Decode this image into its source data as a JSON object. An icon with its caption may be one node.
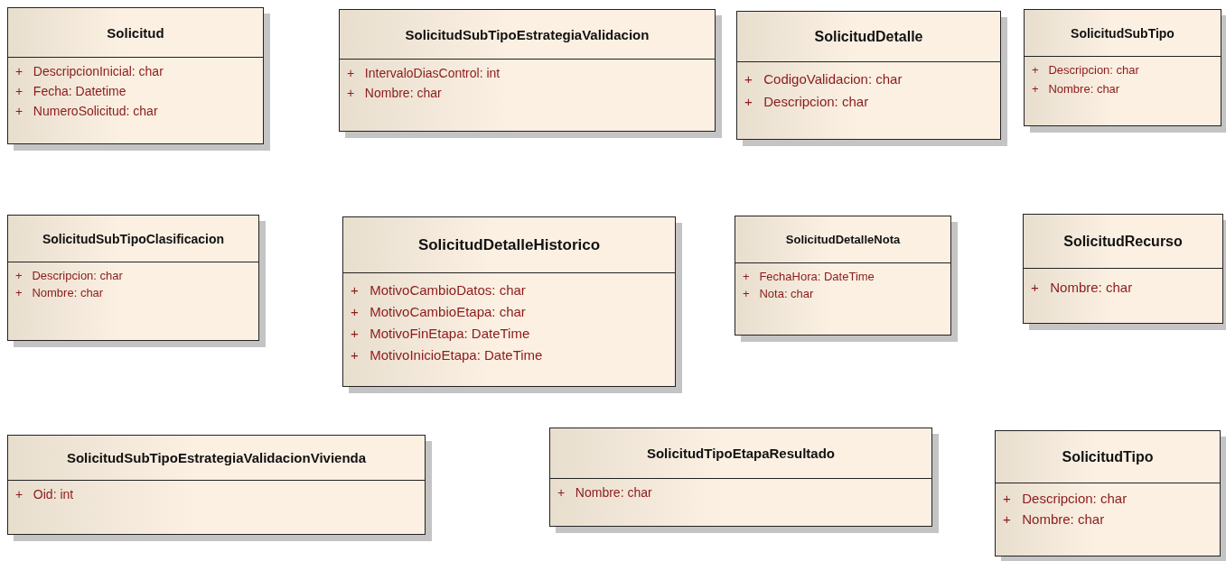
{
  "diagram": {
    "nodes": [
      {
        "text": [
          "Solicitud",
          "+ DescripcionInicial: char",
          "+ Fecha: Datetime",
          "+ NumeroSolicitud: char"
        ]
      },
      {
        "text": [
          "SolicitudSubTipoEstrategiaValidacion",
          "+ IntervaloDiasControl: int",
          "+ Nombre: char"
        ]
      },
      {
        "text": [
          "SolicitudDetalle",
          "+ CodigoValidacion: char",
          "+ Descripcion: char"
        ]
      },
      {
        "text": [
          "SolicitudSubTipo",
          "+ Descripcion: char",
          "+ Nombre: char"
        ]
      },
      {
        "text": [
          "SolicitudSubTipoClasificacion",
          "+ Descripcion: char",
          "+ Nombre: char"
        ]
      },
      {
        "text": [
          "SolicitudDetalleHistorico",
          "+ MotivoCambioDatos: char",
          "+ MotivoCambioEtapa: char",
          "+ MotivoFinEtapa: DateTime",
          "+ MotivoInicioEtapa: DateTime"
        ]
      },
      {
        "text": [
          "SolicitudDetalleNota",
          "+ FechaHora: DateTime",
          "+ Nota: char"
        ]
      },
      {
        "text": [
          "SolicitudRecurso",
          "+ Nombre: char"
        ]
      },
      {
        "text": [
          "SolicitudSubTipoEstrategiaValidacionVivienda",
          "+ Oid: int"
        ]
      },
      {
        "text": [
          "SolicitudTipoEtapaResultado",
          "+ Nombre: char"
        ]
      },
      {
        "text": [
          "SolicitudTipo",
          "+ Descripcion: char",
          "+ Nombre: char"
        ]
      }
    ]
  }
}
